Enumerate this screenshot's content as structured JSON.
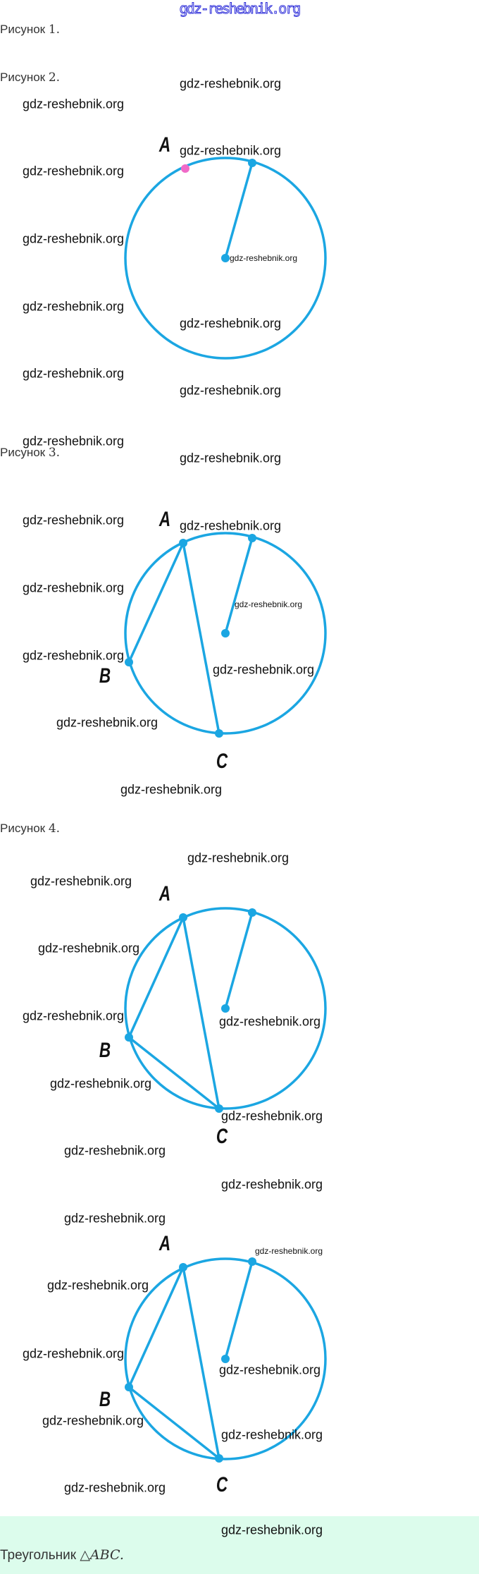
{
  "header": {
    "watermark": "gdz-reshebnik.org"
  },
  "watermark": "gdz-reshebnik.org",
  "figures": [
    {
      "label": "Рисунок",
      "number": "1."
    },
    {
      "label": "Рисунок",
      "number": "2."
    },
    {
      "label": "Рисунок",
      "number": "3."
    },
    {
      "label": "Рисунок",
      "number": "4."
    }
  ],
  "points": {
    "a": "A",
    "b": "B",
    "c": "C"
  },
  "caption": {
    "text": "Треугольник",
    "math": "△ABC."
  },
  "colors": {
    "circle": "#1ba6e2",
    "highlight": "#f06ac8",
    "band": "#dcfcec"
  }
}
